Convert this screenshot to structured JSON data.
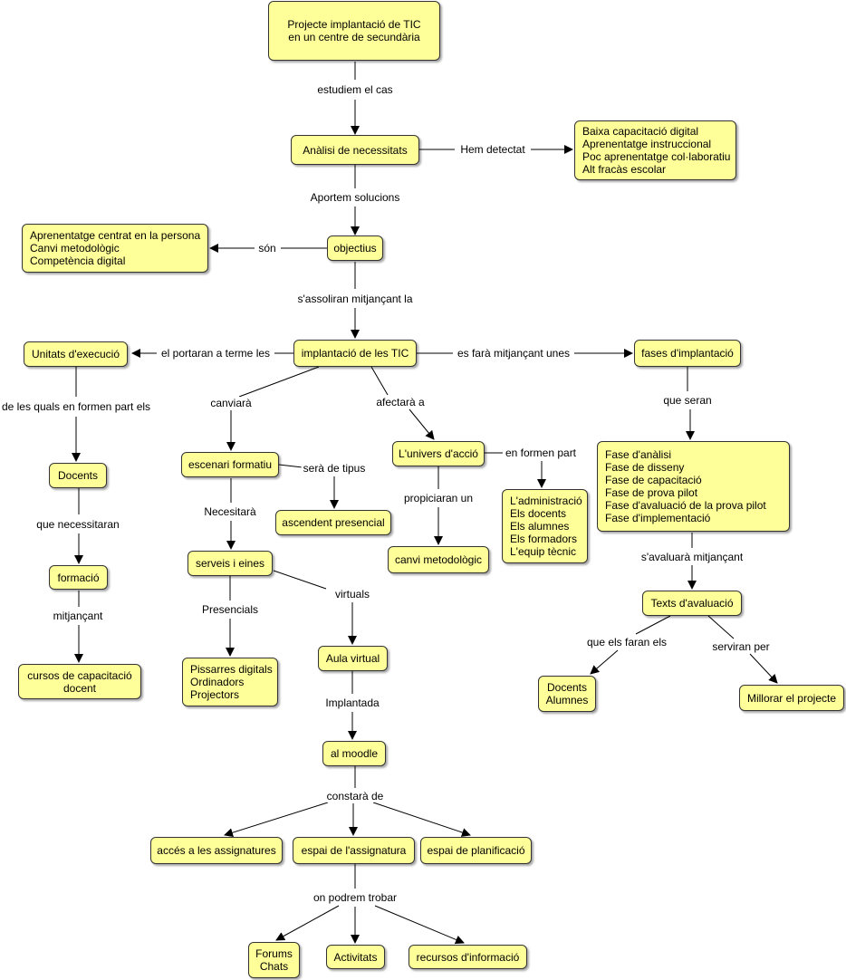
{
  "colors": {
    "node_fill": "#ffff99",
    "node_border": "#333333",
    "line": "#000000"
  },
  "nodes": {
    "projecte": "Projecte implantació de TIC\nen un centre de secundària",
    "analisi": "Anàlisi de necessitats",
    "detectat_list": "Baixa capacitació digital\nAprenentatge instruccional\nPoc aprenentatge col·laboratiu\nAlt fracàs escolar",
    "objectius": "objectius",
    "objectius_list": "Aprenentatge centrat en la persona\nCanvi metodològic\nCompetència digital",
    "implantacio": "implantació de les TIC",
    "unitats": "Unitats d'execució",
    "fases": "fases d'implantació",
    "docents": "Docents",
    "formacio": "formació",
    "cursos": "cursos de capacitació\ndocent",
    "escenari": "escenari formatiu",
    "ascendent": "ascendent presencial",
    "serveis": "serveis i eines",
    "pissarres": "Pissarres digitals\nOrdinadors\nProjectors",
    "aula_virtual": "Aula virtual",
    "moodle": "al moodle",
    "acces": "accés a les assignatures",
    "espai_assignatura": "espai de l'assignatura",
    "espai_planificacio": "espai de planificació",
    "forums": "Forums\nChats",
    "activitats": "Activitats",
    "recursos": "recursos d'informació",
    "univers": "L'univers d'acció",
    "canvi": "canvi metodològic",
    "univers_list": "L'administració\nEls docents\nEls alumnes\nEls formadors\nL'equip tècnic",
    "fases_list": "Fase d'anàlisi\nFase de disseny\nFase de capacitació\nFase de prova pilot\nFase d'avaluació de la prova pilot\nFase d'implementació",
    "texts": "Texts d'avaluació",
    "docents_alumnes": "Docents\nAlumnes",
    "millorar": "Millorar el projecte"
  },
  "links": {
    "estudiem": "estudiem el cas",
    "hem_detectat": "Hem detectat",
    "aportem": "Aportem solucions",
    "son": "són",
    "assoliran": "s'assoliran mitjançant la",
    "portaran": "el portaran a terme les",
    "fara": "es farà mitjançant unes",
    "quals": "de les quals en formen part els",
    "necessitaran": "que necessitaran",
    "mitjancant": "mitjançant",
    "canviara": "canviarà",
    "sera_tipus": "serà de tipus",
    "necessitara": "Necesitarà",
    "presencials": "Presencials",
    "virtuals": "virtuals",
    "implantada": "Implantada",
    "constara": "constarà de",
    "podrem": "on podrem trobar",
    "afectara": "afectarà a",
    "propiciaran": "propiciaran un",
    "formen_part": "en formen part",
    "que_seran": "que seran",
    "avaluara": "s'avaluarà mitjançant",
    "faran": "que els faran els",
    "serviran": "serviran per"
  }
}
